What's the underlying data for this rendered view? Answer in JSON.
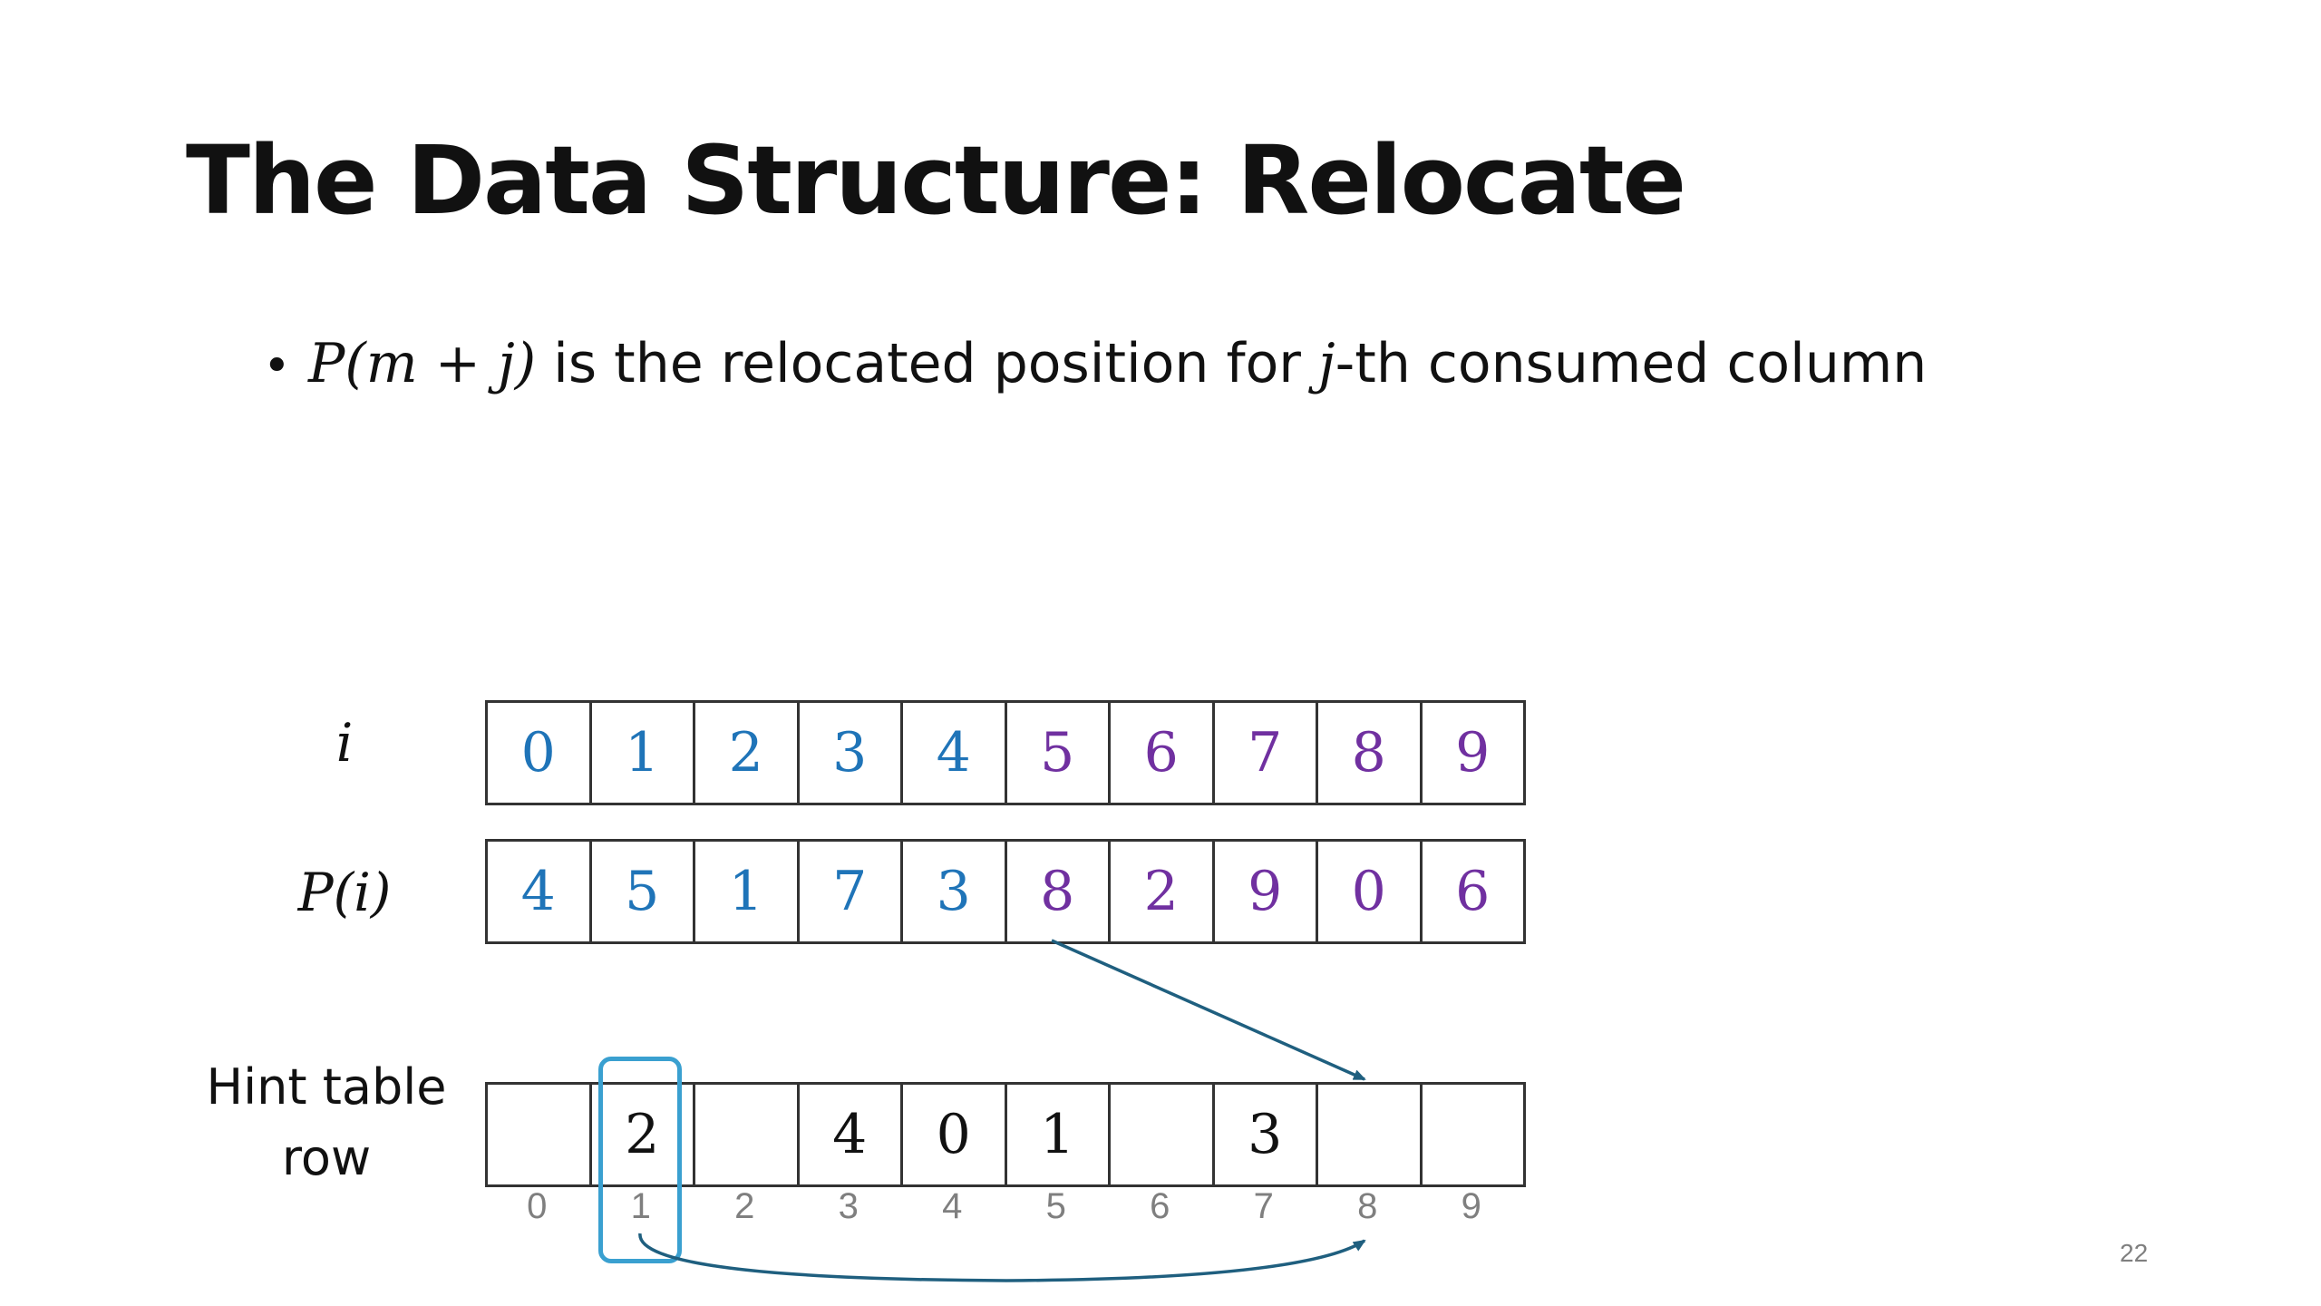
{
  "title": "The Data Structure: Relocate",
  "bullet": {
    "marker": "•",
    "math_part1": "P(m + j)",
    "text_part1": " is the relocated position for ",
    "math_part2": "j",
    "text_part2": "-th consumed column"
  },
  "labels": {
    "i_row": "i",
    "p_row": "P(i)",
    "hint_row": "Hint table row"
  },
  "i_row": [
    {
      "value": "0",
      "color": "#1f74b8"
    },
    {
      "value": "1",
      "color": "#1f74b8"
    },
    {
      "value": "2",
      "color": "#1f74b8"
    },
    {
      "value": "3",
      "color": "#1f74b8"
    },
    {
      "value": "4",
      "color": "#1f74b8"
    },
    {
      "value": "5",
      "color": "#7030a0"
    },
    {
      "value": "6",
      "color": "#7030a0"
    },
    {
      "value": "7",
      "color": "#7030a0"
    },
    {
      "value": "8",
      "color": "#7030a0"
    },
    {
      "value": "9",
      "color": "#7030a0"
    }
  ],
  "p_row": [
    {
      "value": "4",
      "color": "#1f74b8"
    },
    {
      "value": "5",
      "color": "#1f74b8"
    },
    {
      "value": "1",
      "color": "#1f74b8"
    },
    {
      "value": "7",
      "color": "#1f74b8"
    },
    {
      "value": "3",
      "color": "#1f74b8"
    },
    {
      "value": "8",
      "color": "#7030a0"
    },
    {
      "value": "2",
      "color": "#7030a0"
    },
    {
      "value": "9",
      "color": "#7030a0"
    },
    {
      "value": "0",
      "color": "#7030a0"
    },
    {
      "value": "6",
      "color": "#7030a0"
    }
  ],
  "hint_row": [
    "",
    "2",
    "",
    "4",
    "0",
    "1",
    "",
    "3",
    "",
    ""
  ],
  "hint_indices": [
    "0",
    "1",
    "2",
    "3",
    "4",
    "5",
    "6",
    "7",
    "8",
    "9"
  ],
  "colors": {
    "arrow": "#1f5f7f",
    "highlight": "#3aa0d0",
    "index_gray": "#7f7f7f"
  },
  "page_number": "22"
}
